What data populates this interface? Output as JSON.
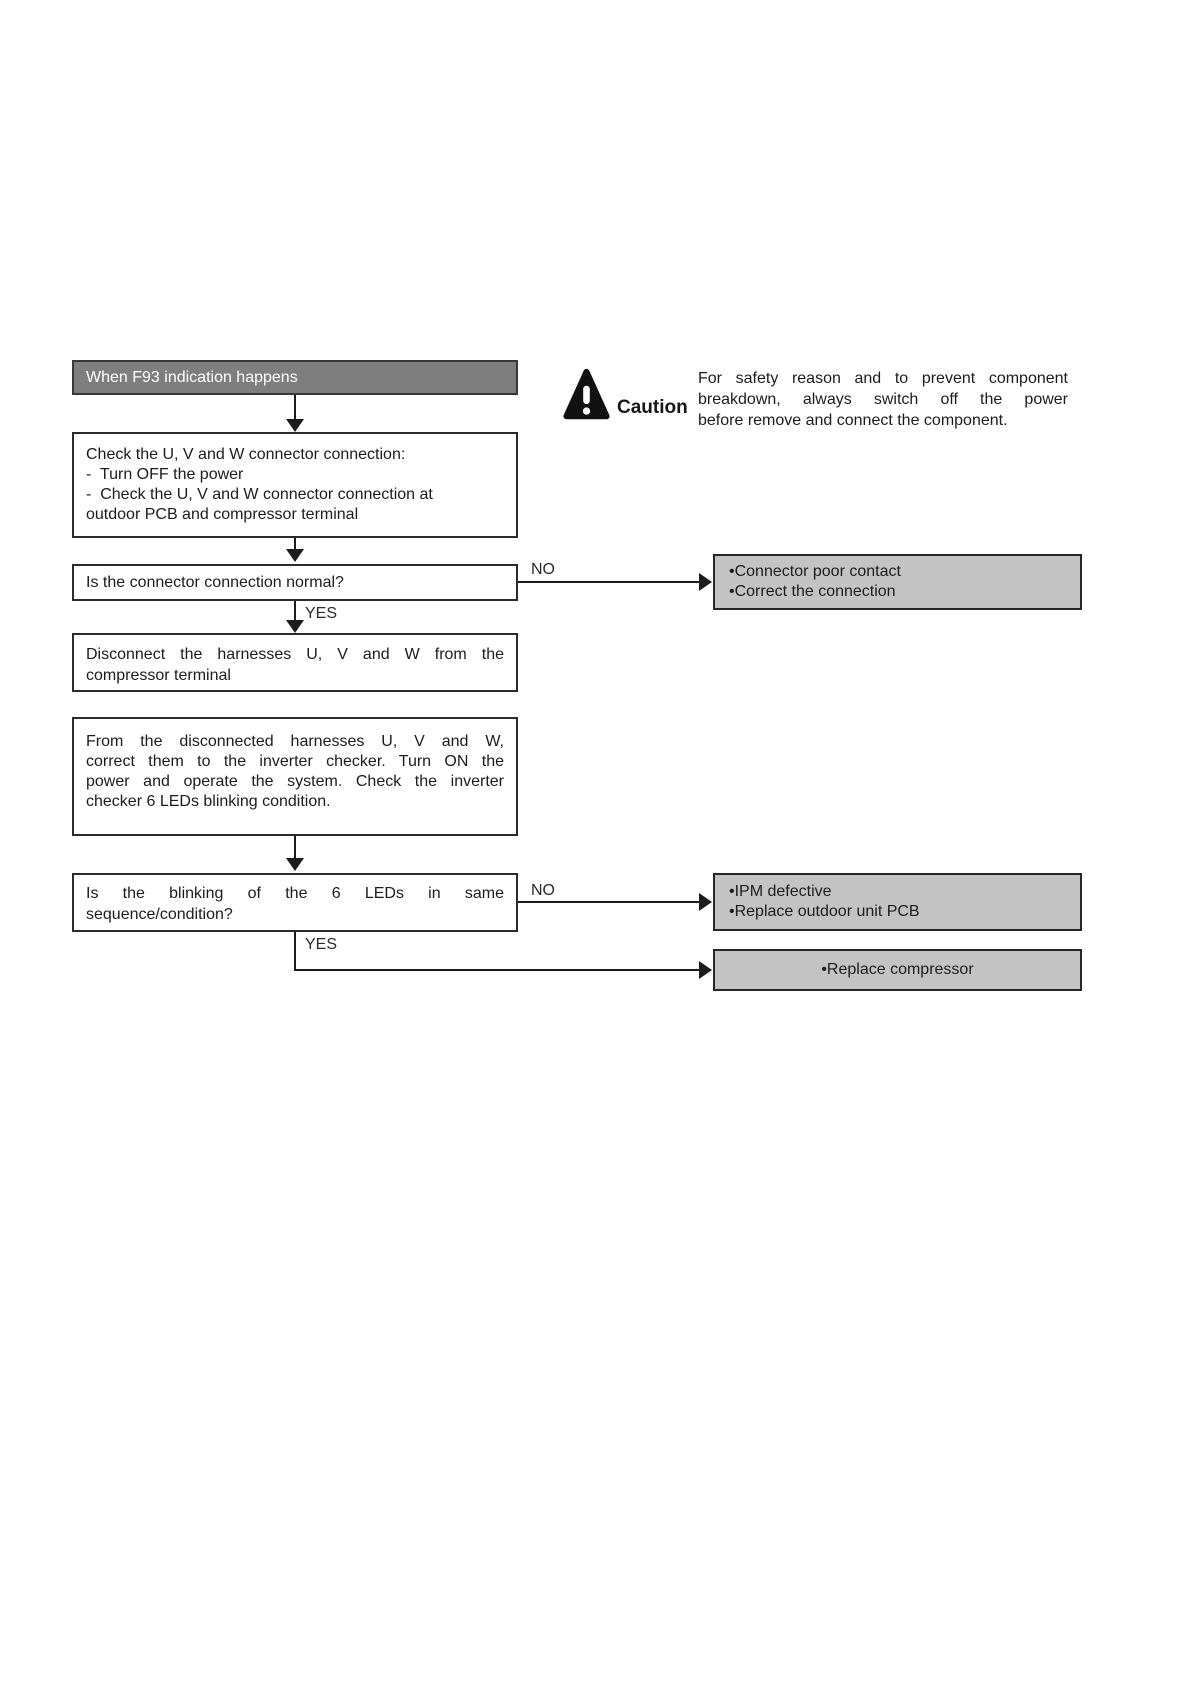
{
  "colors": {
    "page_background": "#ffffff",
    "start_box_fill": "#7e7e7e",
    "start_box_text": "#ffffff",
    "result_box_fill": "#c3c3c3",
    "box_border": "#2b2b2b",
    "connector_line": "#1c1c1c",
    "body_text": "#1c1c1c"
  },
  "flowchart": {
    "start": {
      "label": "When F93 indication happens"
    },
    "check_connection": {
      "lines": [
        "Check the U, V and W connector connection:",
        "-  Turn OFF the power",
        "-  Check the U, V and W connector connection at",
        "outdoor PCB and compressor terminal"
      ]
    },
    "q_connection_normal": {
      "label": "Is the connector connection normal?"
    },
    "branch1": {
      "no": "NO",
      "yes": "YES"
    },
    "result_poor_contact": {
      "lines": [
        "•Connector poor contact",
        "•Correct the connection"
      ]
    },
    "disconnect_harnesses": {
      "lines": [
        "Disconnect the harnesses U, V and W from the",
        "compressor terminal"
      ]
    },
    "inverter_checker": {
      "lines": [
        "From the disconnected harnesses U, V and W,",
        "correct them to the inverter checker. Turn ON the",
        "power and operate the system. Check the inverter",
        "checker 6 LEDs blinking condition."
      ]
    },
    "q_led_blinking": {
      "lines": [
        "Is the blinking of the 6 LEDs in same",
        "sequence/condition?"
      ]
    },
    "branch2": {
      "no": "NO",
      "yes": "YES"
    },
    "result_ipm_defective": {
      "lines": [
        "•IPM defective",
        "•Replace outdoor unit PCB"
      ]
    },
    "result_replace_compressor": {
      "label": "•Replace compressor"
    }
  },
  "caution": {
    "title": "Caution",
    "lines": [
      "For safety reason and to prevent component",
      "breakdown, always switch off the power",
      "before remove and connect the component."
    ]
  }
}
